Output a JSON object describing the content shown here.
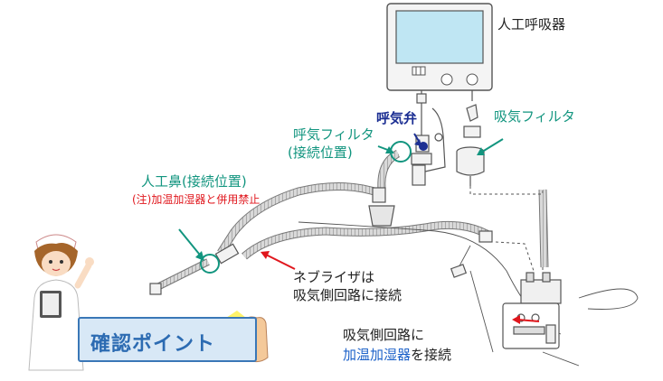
{
  "labels": {
    "ventilator": "人工呼吸器",
    "exhalation_valve": "呼気弁",
    "expiratory_filter_line1": "呼気フィルタ",
    "expiratory_filter_line2": "(接続位置)",
    "inspiratory_filter": "吸気フィルタ",
    "artificial_nose": "人工鼻(接続位置)",
    "note_prohibition": "(注)加温加湿器と併用禁止",
    "nebulizer_line1": "ネブライザは",
    "nebulizer_line2": "吸気側回路に接続",
    "humidifier_line1": "吸気側回路に",
    "humidifier_line2_blue": "加温加湿器",
    "humidifier_line2_rest": "を接続",
    "check_point": "確認ポイント"
  },
  "colors": {
    "teal": "#12957f",
    "navy": "#1c2f93",
    "red": "#e0161c",
    "blue": "#1d62c9",
    "screen": "#bfe6f3",
    "box_fill": "#d8e8f6"
  },
  "icons": [
    "nurse-illustration",
    "pointing-hand-icon",
    "sparkle-icon"
  ]
}
